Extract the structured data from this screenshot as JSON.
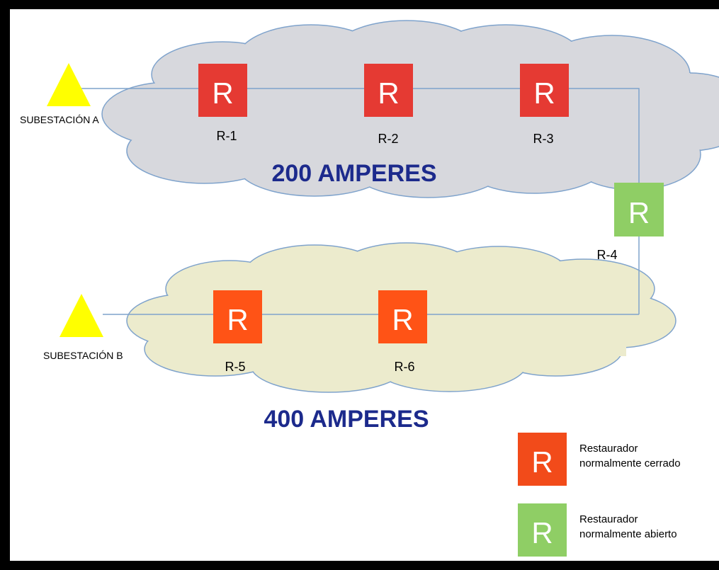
{
  "zones": {
    "top": {
      "label": "200 AMPERES",
      "fill": "#d7d8dd",
      "stroke": "#7fa3cc"
    },
    "bottom": {
      "label": "400 AMPERES",
      "fill": "#ecebcd",
      "stroke": "#7fa3cc"
    }
  },
  "substations": {
    "a": {
      "label": "SUBESTACIÓN A",
      "color": "#ffff00"
    },
    "b": {
      "label": "SUBESTACIÓN B",
      "color": "#ffff00"
    }
  },
  "reclosers": {
    "letter": "R",
    "r1": {
      "label": "R-1",
      "state": "closed"
    },
    "r2": {
      "label": "R-2",
      "state": "closed"
    },
    "r3": {
      "label": "R-3",
      "state": "closed"
    },
    "r4": {
      "label": "R-4",
      "state": "open"
    },
    "r5": {
      "label": "R-5",
      "state": "closed"
    },
    "r6": {
      "label": "R-6",
      "state": "closed"
    }
  },
  "legend": {
    "closed": {
      "letter": "R",
      "line1": "Restaurador",
      "line2": "normalmente cerrado",
      "color": "#f24b1a"
    },
    "open": {
      "letter": "R",
      "line1": "Restaurador",
      "line2": "normalmente abierto",
      "color": "#8fce65"
    }
  },
  "colors": {
    "closed_top": "#e53a33",
    "closed_bottom": "#ff5316",
    "open": "#8fce65",
    "line": "#7fa3cc",
    "title_text": "#1c2a8c"
  }
}
